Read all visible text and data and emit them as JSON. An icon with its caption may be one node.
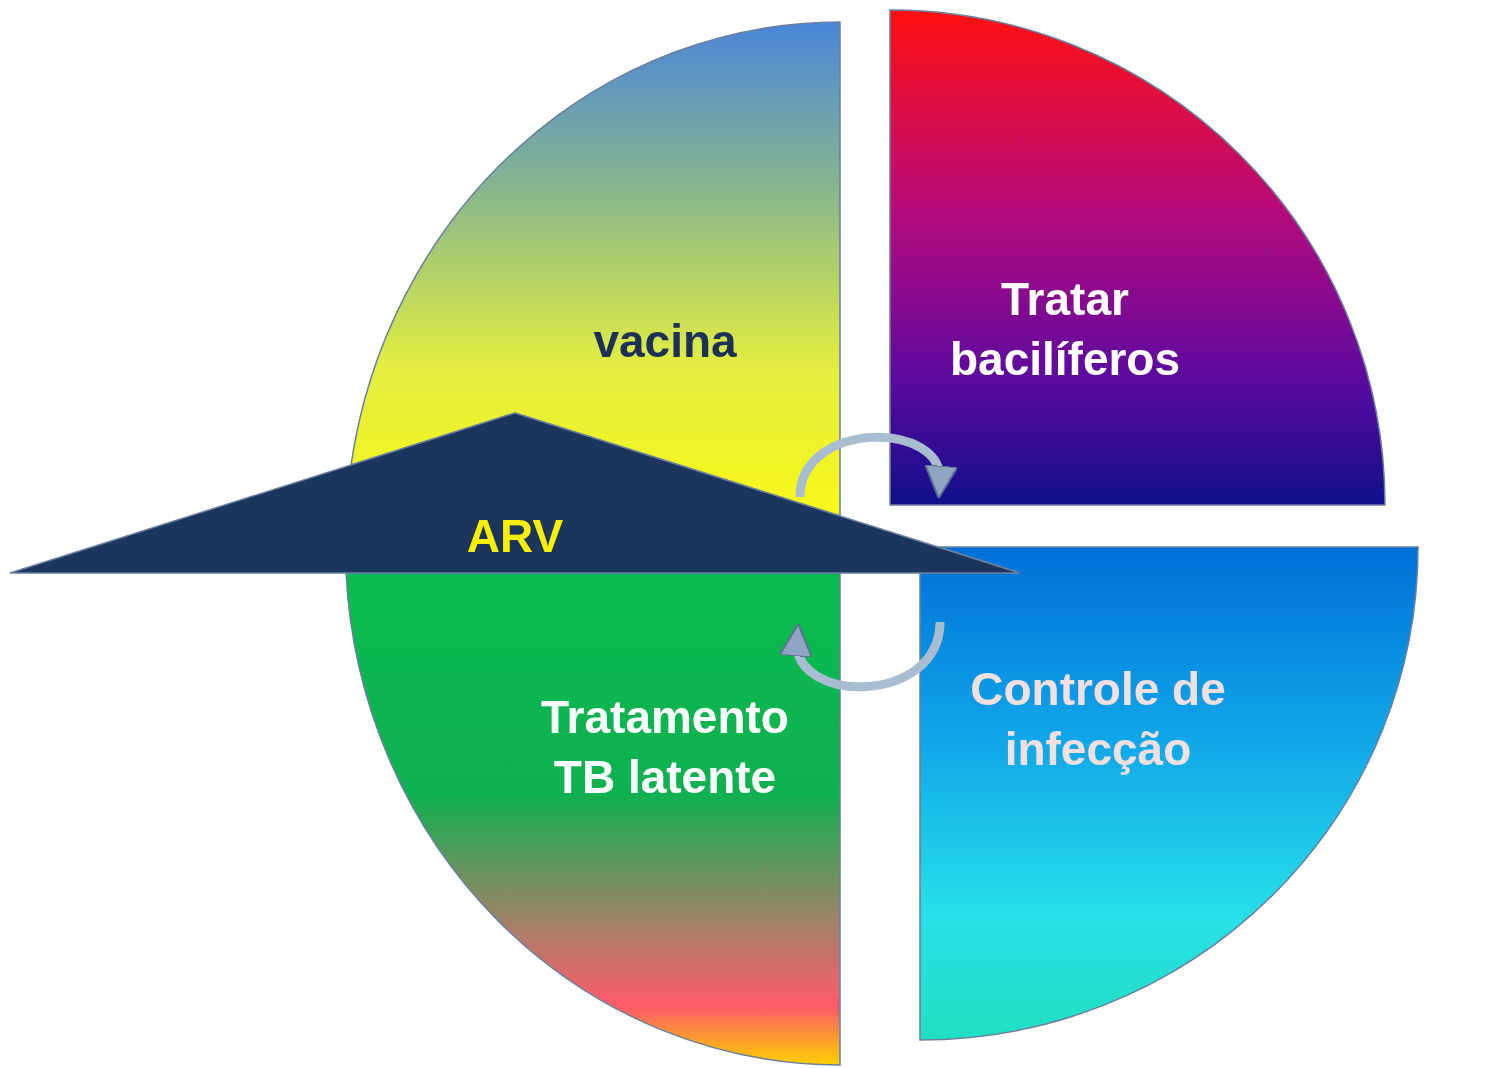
{
  "diagram": {
    "nodes": [
      {
        "text": [
          "vacina"
        ]
      },
      {
        "text": [
          "Tratar bacilíferos"
        ]
      },
      {
        "text": [
          "ARV"
        ]
      },
      {
        "text": [
          "Tratamento TB latente"
        ]
      },
      {
        "text": [
          "Controle de infecção"
        ]
      }
    ],
    "edges": [
      {
        "from": 0,
        "to": 1,
        "arrow": "to"
      },
      {
        "from": 4,
        "to": 3,
        "arrow": "to"
      }
    ]
  }
}
